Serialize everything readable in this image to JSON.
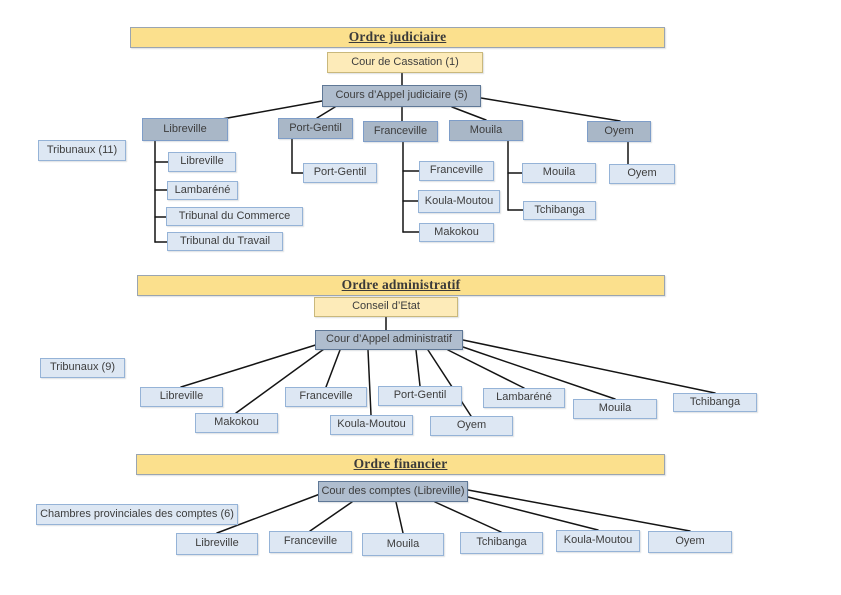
{
  "colors": {
    "header-fill": "#FBE08D",
    "header-border": "#9AA5B1",
    "cream-fill": "#FDEBB9",
    "cream-border": "#C9B87C",
    "slate-fill": "#AFBDCE",
    "slate-border": "#5F7897",
    "parent-fill": "#A9B7C7",
    "parent-border": "#7E9DC8",
    "child-fill": "#DDE7F3",
    "child-border": "#95B3D7",
    "line": "#141414",
    "text": "#3D3D3D"
  },
  "judiciaire": {
    "header": "Ordre judiciaire",
    "cassation": "Cour de Cassation (1)",
    "appel": "Cours d’Appel judiciaire (5)",
    "side_label": "Tribunaux (11)",
    "parents": [
      "Libreville",
      "Port-Gentil",
      "Franceville",
      "Mouila",
      "Oyem"
    ],
    "libreville_children": [
      "Libreville",
      "Lambaréné",
      "Tribunal du Commerce",
      "Tribunal du Travail"
    ],
    "portgentil_children": [
      "Port-Gentil"
    ],
    "franceville_children": [
      "Franceville",
      "Koula-Moutou",
      "Makokou"
    ],
    "mouila_children": [
      "Mouila",
      "Tchibanga"
    ],
    "oyem_children": [
      "Oyem"
    ]
  },
  "administratif": {
    "header": "Ordre administratif",
    "conseil": "Conseil d’Etat",
    "appel": "Cour d’Appel administratif",
    "side_label": "Tribunaux (9)",
    "tribunals": [
      "Libreville",
      "Makokou",
      "Franceville",
      "Koula-Moutou",
      "Port-Gentil",
      "Oyem",
      "Lambaréné",
      "Mouila",
      "Tchibanga"
    ]
  },
  "financier": {
    "header": "Ordre financier",
    "cour": "Cour des comptes (Libreville)",
    "side_label": "Chambres provinciales des comptes (6)",
    "chambers": [
      "Libreville",
      "Franceville",
      "Mouila",
      "Tchibanga",
      "Koula-Moutou",
      "Oyem"
    ]
  }
}
